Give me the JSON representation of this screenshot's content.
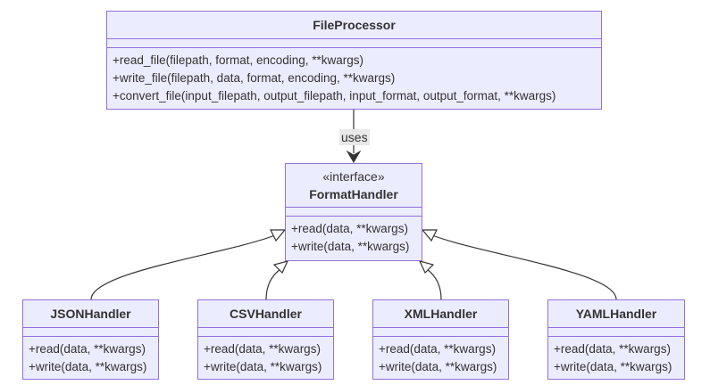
{
  "classes": {
    "file_processor": {
      "name": "FileProcessor",
      "methods": [
        "+read_file(filepath, format, encoding, **kwargs)",
        "+write_file(filepath, data, format, encoding, **kwargs)",
        "+convert_file(input_filepath, output_filepath, input_format, output_format, **kwargs)"
      ]
    },
    "format_handler": {
      "stereotype": "«interface»",
      "name": "FormatHandler",
      "methods": [
        "+read(data, **kwargs)",
        "+write(data, **kwargs)"
      ]
    },
    "json_handler": {
      "name": "JSONHandler",
      "methods": [
        "+read(data, **kwargs)",
        "+write(data, **kwargs)"
      ]
    },
    "csv_handler": {
      "name": "CSVHandler",
      "methods": [
        "+read(data, **kwargs)",
        "+write(data, **kwargs)"
      ]
    },
    "xml_handler": {
      "name": "XMLHandler",
      "methods": [
        "+read(data, **kwargs)",
        "+write(data, **kwargs)"
      ]
    },
    "yaml_handler": {
      "name": "YAMLHandler",
      "methods": [
        "+read(data, **kwargs)",
        "+write(data, **kwargs)"
      ]
    }
  },
  "relations": {
    "uses_label": "uses"
  },
  "colors": {
    "node_fill": "#ECECFF",
    "node_border": "#9370DB",
    "edge": "#333333",
    "label_bg": "#e8e8e8"
  }
}
